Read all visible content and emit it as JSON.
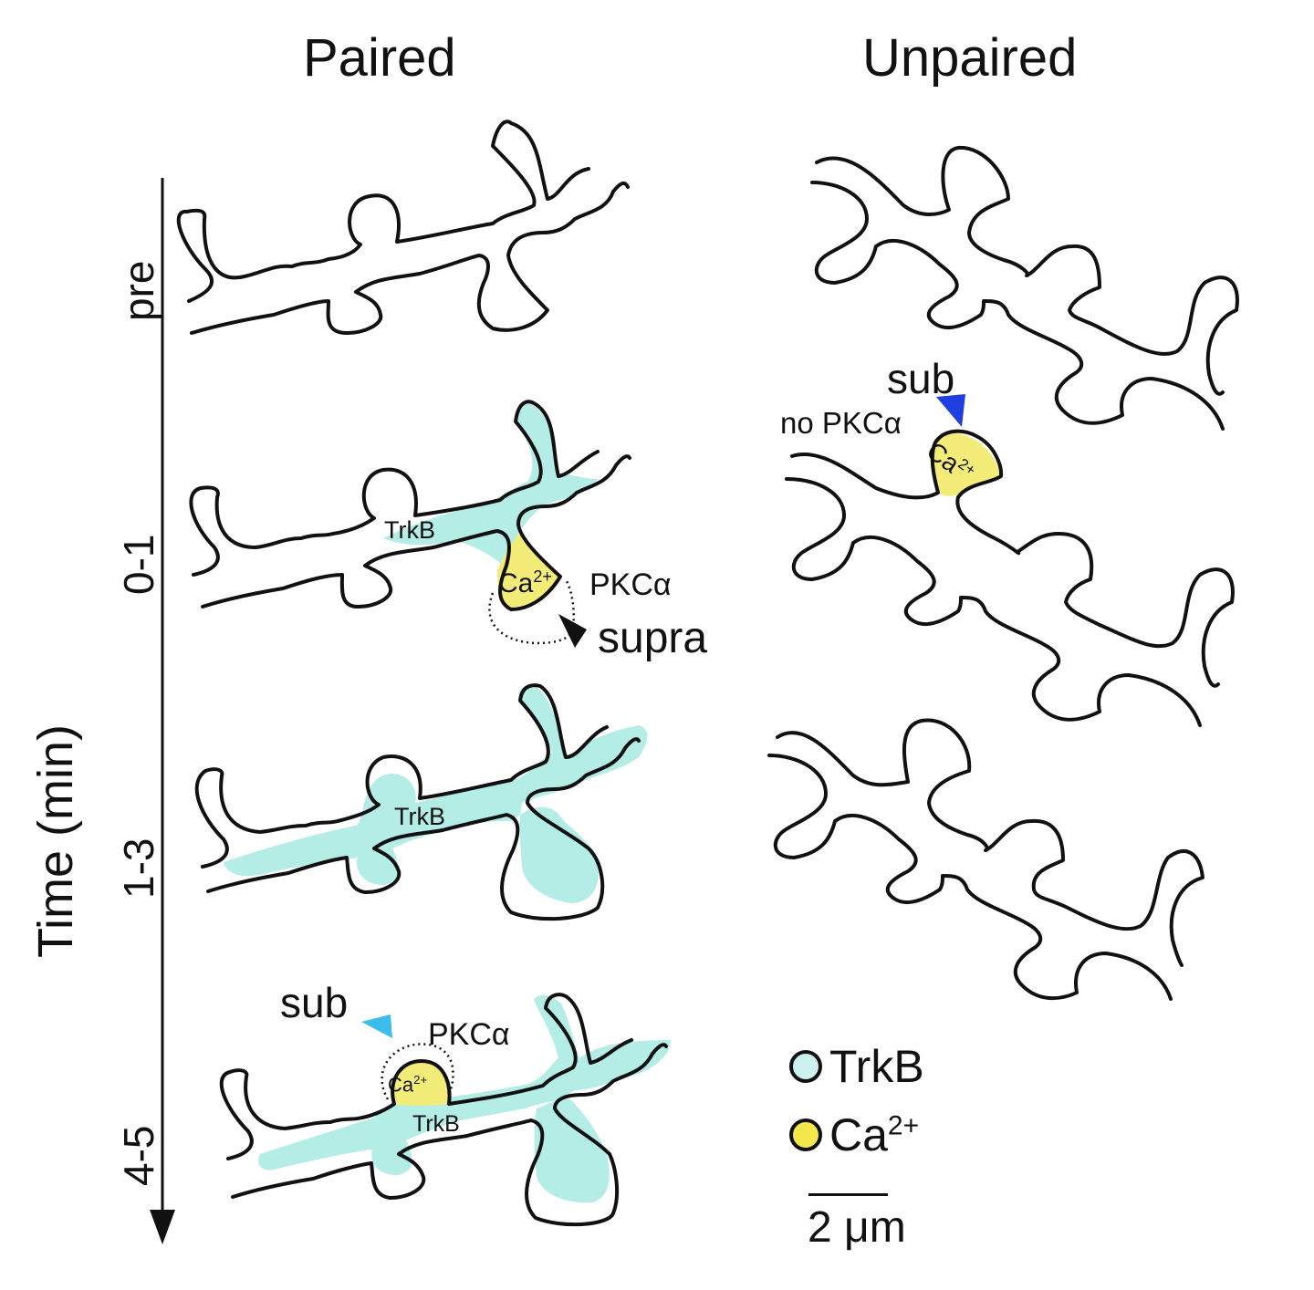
{
  "titles": {
    "paired": "Paired",
    "unpaired": "Unpaired"
  },
  "time_axis": {
    "label": "Time (min)",
    "ticks": [
      "pre",
      "0-1",
      "1-3",
      "4-5"
    ]
  },
  "paired_panels": {
    "p01": {
      "trkb": "TrkB",
      "ca": "Ca",
      "ca_sup": "2+",
      "pkc": "PKCα",
      "supra": "supra"
    },
    "p13": {
      "trkb": "TrkB"
    },
    "p45": {
      "sub": "sub",
      "pkc": "PKCα",
      "ca": "Ca",
      "ca_sup": "2+",
      "trkb": "TrkB"
    }
  },
  "unpaired_panels": {
    "sub": "sub",
    "no_pkc": "no PKCα",
    "ca": "Ca",
    "ca_sup": "2+"
  },
  "legend": {
    "items": [
      {
        "label": "TrkB",
        "sup": "",
        "color": "#cdf1ef"
      },
      {
        "label": "Ca",
        "sup": "2+",
        "color": "#f5e84a"
      }
    ],
    "scale_label": "2 μm"
  },
  "colors": {
    "trkb_fill": "#b4ece6",
    "ca_fill": "#f3ec79",
    "sub_arrow_unpaired": "#1f3fe0",
    "sub_arrow_paired": "#3cbcea",
    "stroke": "#111111"
  }
}
